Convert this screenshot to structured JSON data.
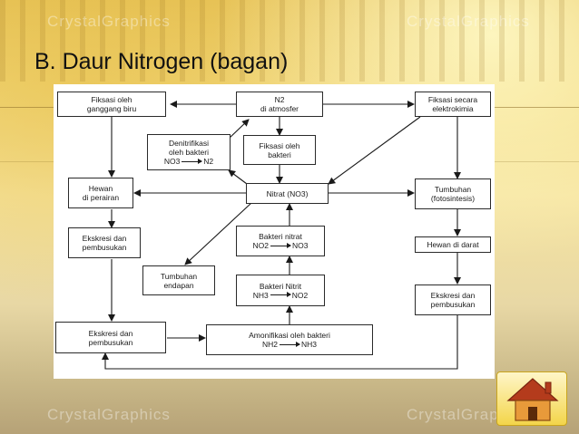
{
  "slide": {
    "title": "B. Daur Nitrogen (bagan)",
    "watermark": "CrystalGraphics"
  },
  "diagram": {
    "boxes": {
      "fiksasi_ganggang": [
        "Fiksasi oleh",
        "ganggang biru"
      ],
      "n2_atmosfer": [
        "N2",
        "di atmosfer"
      ],
      "fiksasi_elektrokimia": [
        "Fiksasi secara",
        "elektrokimia"
      ],
      "denitrifikasi": [
        "Denitrifikasi",
        "oleh bakteri"
      ],
      "denitrifikasi_eq": [
        "NO3",
        "N2"
      ],
      "fiksasi_bakteri": [
        "Fiksasi oleh",
        "bakteri"
      ],
      "hewan_perairan": [
        "Hewan",
        "di perairan"
      ],
      "nitrat": "Nitrat (NO3)",
      "tumbuhan_fotosintesis": [
        "Tumbuhan",
        "(fotosintesis)"
      ],
      "ekskresi_1": [
        "Ekskresi dan",
        "pembusukan"
      ],
      "bakteri_nitrat": "Bakteri nitrat",
      "bakteri_nitrat_eq": [
        "NO2",
        "NO3"
      ],
      "hewan_darat": "Hewan di darat",
      "tumbuhan_endapan": [
        "Tumbuhan",
        "endapan"
      ],
      "bakteri_nitrit": "Bakteri Nitrit",
      "bakteri_nitrit_eq": [
        "NH3",
        "NO2"
      ],
      "ekskresi_kanan": [
        "Ekskresi dan",
        "pembusukan"
      ],
      "ekskresi_bawah": [
        "Ekskresi dan",
        "pembusukan"
      ],
      "amonifikasi": "Amonifikasi oleh bakteri",
      "amonifikasi_eq": [
        "NH2",
        "NH3"
      ]
    }
  },
  "colors": {
    "accent": "#f3d54a",
    "box_border": "#2a2a2a",
    "home_roof": "#b43b1c"
  },
  "icons": {
    "home": "home-icon"
  }
}
